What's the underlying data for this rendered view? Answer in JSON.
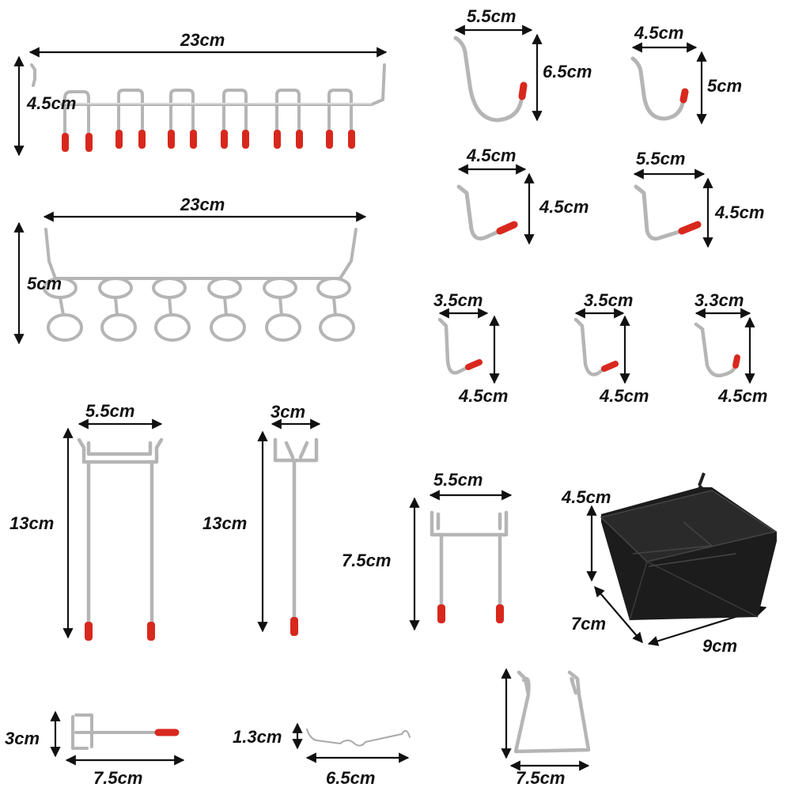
{
  "dimensions": {
    "hook_rack_width": "23cm",
    "hook_rack_height": "4.5cm",
    "ring_rack_width": "23cm",
    "ring_rack_height": "5cm",
    "j_hook_large_width": "5.5cm",
    "j_hook_large_height": "6.5cm",
    "j_hook_small_width": "4.5cm",
    "j_hook_small_height": "5cm",
    "l_hook_a_width": "4.5cm",
    "l_hook_a_height": "4.5cm",
    "l_hook_b_width": "5.5cm",
    "l_hook_b_height": "4.5cm",
    "mini_hook_1_width": "3.5cm",
    "mini_hook_1_height": "4.5cm",
    "mini_hook_2_width": "3.5cm",
    "mini_hook_2_height": "4.5cm",
    "mini_hook_3_width": "3.3cm",
    "mini_hook_3_height": "4.5cm",
    "double_hook_width": "5.5cm",
    "double_hook_height": "13cm",
    "single_hook_width": "3cm",
    "single_hook_height": "13cm",
    "short_double_hook_width": "5.5cm",
    "short_double_hook_height": "7.5cm",
    "bin_height": "4.5cm",
    "bin_depth": "7cm",
    "bin_width": "9cm",
    "horizontal_hook_height": "3cm",
    "horizontal_hook_length": "7.5cm",
    "wave_clip_height": "1.3cm",
    "wave_clip_length": "6.5cm",
    "u_holder_width": "7.5cm"
  },
  "colors": {
    "metal": "#b7b7b7",
    "metal_highlight": "#e6e6e6",
    "tip": "#d8281e",
    "bin": "#1c1c1c",
    "arrow": "#111111"
  }
}
